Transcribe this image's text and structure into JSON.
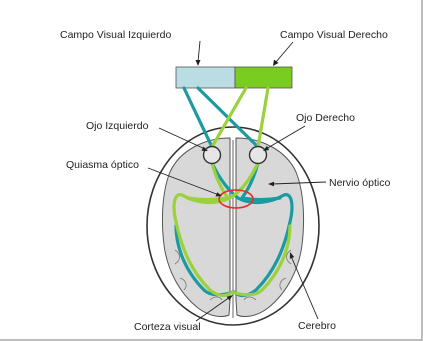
{
  "labels": {
    "left_visual_field": "Campo Visual Izquierdo",
    "right_visual_field": "Campo Visual Derecho",
    "left_eye": "Ojo Izquierdo",
    "right_eye": "Ojo Derecho",
    "optic_chiasm": "Quiasma óptico",
    "optic_nerve": "Nervio óptico",
    "visual_cortex": "Corteza visual",
    "brain": "Cerebro"
  },
  "colors": {
    "left_field_fill": "#b9dde3",
    "right_field_fill": "#7acc1e",
    "teal_pathway": "#1c9aa2",
    "lime_pathway": "#9bd13a",
    "chiasm_ring": "#e0312b",
    "brain_fill": "#d8d8d8",
    "outline": "#333333"
  }
}
